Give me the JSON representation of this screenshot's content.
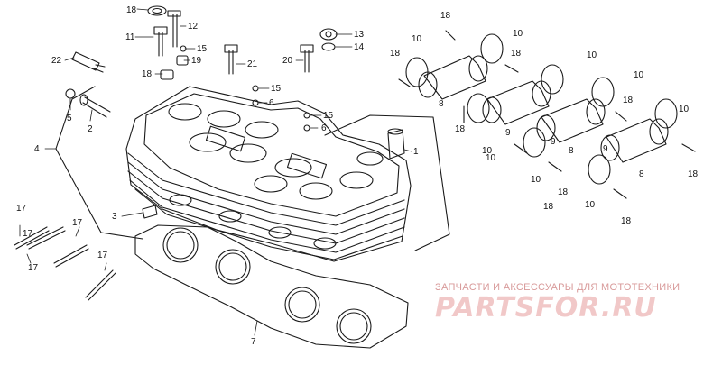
{
  "diagram": {
    "callouts": [
      {
        "id": "c18a",
        "text": "18"
      },
      {
        "id": "c12",
        "text": "12"
      },
      {
        "id": "c11",
        "text": "11"
      },
      {
        "id": "c15a",
        "text": "15"
      },
      {
        "id": "c19",
        "text": "19"
      },
      {
        "id": "c21",
        "text": "21"
      },
      {
        "id": "c13",
        "text": "13"
      },
      {
        "id": "c14",
        "text": "14"
      },
      {
        "id": "c20",
        "text": "20"
      },
      {
        "id": "c22",
        "text": "22"
      },
      {
        "id": "c18b",
        "text": "18"
      },
      {
        "id": "c15b",
        "text": "15"
      },
      {
        "id": "c6a",
        "text": "6"
      },
      {
        "id": "c15c",
        "text": "15"
      },
      {
        "id": "c6b",
        "text": "6"
      },
      {
        "id": "c5",
        "text": "5"
      },
      {
        "id": "c2",
        "text": "2"
      },
      {
        "id": "c4",
        "text": "4"
      },
      {
        "id": "c1",
        "text": "1"
      },
      {
        "id": "c3",
        "text": "3"
      },
      {
        "id": "c7",
        "text": "7"
      },
      {
        "id": "c17a",
        "text": "17"
      },
      {
        "id": "c17b",
        "text": "17"
      },
      {
        "id": "c17c",
        "text": "17"
      },
      {
        "id": "c17d",
        "text": "17"
      },
      {
        "id": "c17e",
        "text": "17"
      },
      {
        "id": "c18c",
        "text": "18"
      },
      {
        "id": "c10a",
        "text": "10"
      },
      {
        "id": "c10b",
        "text": "10"
      },
      {
        "id": "c18d",
        "text": "18"
      },
      {
        "id": "c18e",
        "text": "18"
      },
      {
        "id": "c8a",
        "text": "8"
      },
      {
        "id": "c10c",
        "text": "10"
      },
      {
        "id": "c10d",
        "text": "10"
      },
      {
        "id": "c18f",
        "text": "18"
      },
      {
        "id": "c10e",
        "text": "10"
      },
      {
        "id": "c9a",
        "text": "9"
      },
      {
        "id": "c8b",
        "text": "8"
      },
      {
        "id": "c18g",
        "text": "18"
      },
      {
        "id": "c10f",
        "text": "10"
      },
      {
        "id": "c9b",
        "text": "9"
      },
      {
        "id": "c10g",
        "text": "10"
      },
      {
        "id": "c18h",
        "text": "18"
      },
      {
        "id": "c8c",
        "text": "8"
      },
      {
        "id": "c18i",
        "text": "18"
      },
      {
        "id": "c10h",
        "text": "10"
      },
      {
        "id": "c18j",
        "text": "18"
      },
      {
        "id": "c10i",
        "text": "10"
      },
      {
        "id": "c18k",
        "text": "18"
      },
      {
        "id": "c9c",
        "text": "9"
      }
    ]
  },
  "watermark": {
    "subtitle": "ЗАПЧАСТИ И АКСЕССУАРЫ ДЛЯ МОТОТЕХНИКИ",
    "logo": "PARTSFOR.RU"
  },
  "colors": {
    "line": "#1a1a1a",
    "watermark_text": "#d89a9a",
    "watermark_logo": "#f1c8c8"
  }
}
